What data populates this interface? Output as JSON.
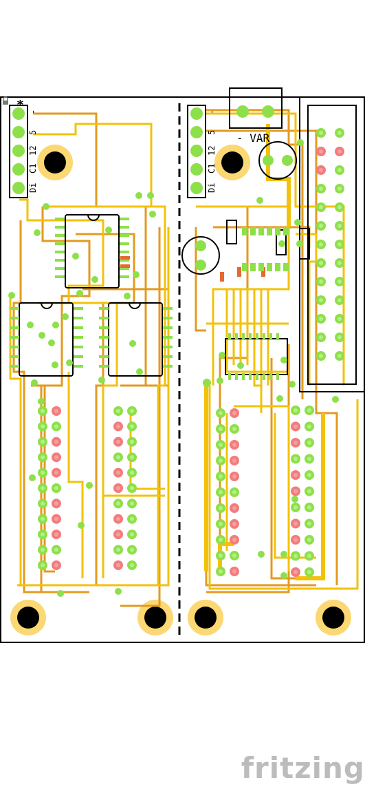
{
  "board": {
    "left_connector_labels": [
      "-",
      "5",
      "12",
      "C1",
      "Di"
    ],
    "right_connector_labels": [
      "-",
      "5",
      "12",
      "C1",
      "Di"
    ],
    "var_label": "- VAR",
    "lock_icon": "lock-icon",
    "asterisk": "*"
  },
  "colors": {
    "trace_top": "#f2c20a",
    "trace_bottom": "#e39a1f",
    "pad_green": "#8ee04a",
    "pad_red": "#f37c7c",
    "hole_ring": "#fbd873",
    "outline": "#000000"
  },
  "brand": {
    "name": "fritzing"
  }
}
